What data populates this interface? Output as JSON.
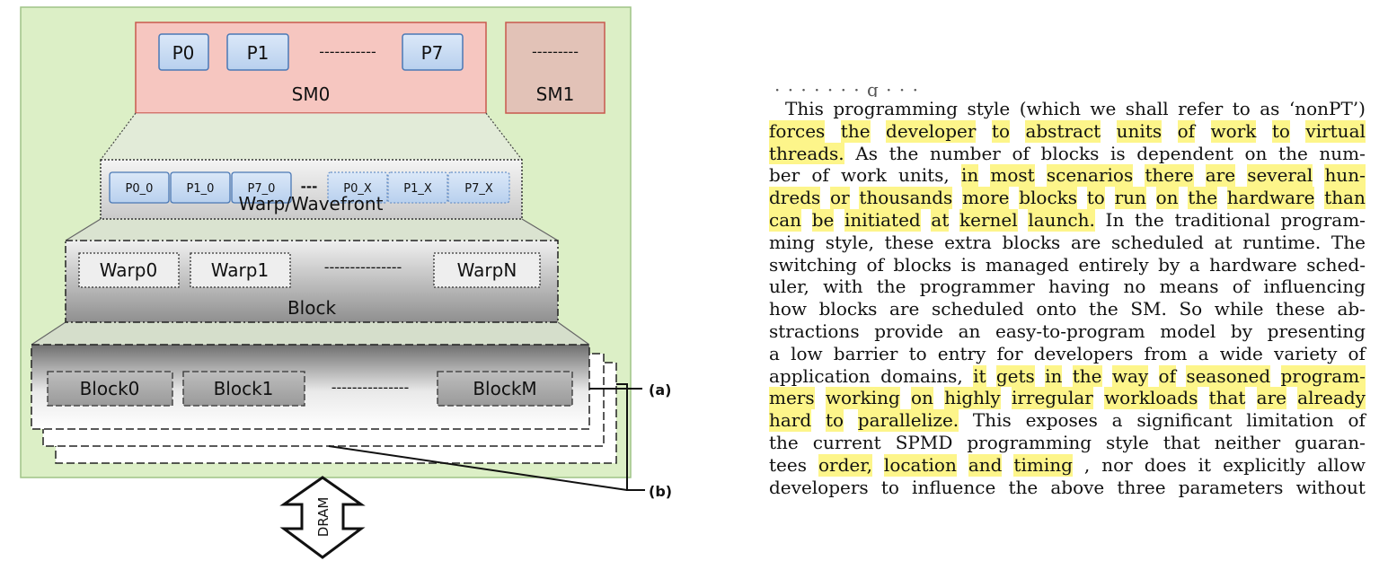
{
  "figure": {
    "sm0": {
      "label": "SM0",
      "procs": [
        "P0",
        "P1",
        "P7"
      ],
      "dots": "-----------"
    },
    "sm1": {
      "label": "SM1",
      "dots": "---------"
    },
    "warp": {
      "label": "Warp/Wavefront",
      "lanes": [
        "P0_0",
        "P1_0",
        "P7_0",
        "P0_X",
        "P1_X",
        "P7_X"
      ],
      "dots": "---"
    },
    "block": {
      "label": "Block",
      "warps": [
        "Warp0",
        "Warp1",
        "WarpN"
      ],
      "dots": "---------------"
    },
    "grid": {
      "blocks": [
        "Block0",
        "Block1",
        "BlockM"
      ],
      "dots": "---------------"
    },
    "annotation_a": "(a)",
    "annotation_b": "(b)",
    "dram": "DRAM"
  },
  "paper": {
    "cut_text": "· · · · · · · g · · ·",
    "lines": [
      [
        {
          "t": "This programming style (which we shall refer to as ‘nonPT’)"
        }
      ],
      [
        {
          "t": "forces the developer to abstract units of work to virtual",
          "hl": true
        }
      ],
      [
        {
          "t": "threads.",
          "hl": true
        },
        {
          "t": " As the number of blocks is dependent on the num-"
        }
      ],
      [
        {
          "t": "ber of work units, "
        },
        {
          "t": "in most scenarios there are several hun-",
          "hl": true
        }
      ],
      [
        {
          "t": "dreds or thousands more blocks to run on the hardware than",
          "hl": true
        }
      ],
      [
        {
          "t": "can be initiated at kernel launch.",
          "hl": true
        },
        {
          "t": " In the traditional program-"
        }
      ],
      [
        {
          "t": "ming style, these extra blocks are scheduled at runtime. The"
        }
      ],
      [
        {
          "t": "switching of blocks is managed entirely by a hardware sched-"
        }
      ],
      [
        {
          "t": "uler, with the programmer having no means of influencing"
        }
      ],
      [
        {
          "t": "how blocks are scheduled onto the SM. So while these ab-"
        }
      ],
      [
        {
          "t": "stractions provide an easy-to-program model by presenting"
        }
      ],
      [
        {
          "t": "a low barrier to entry for developers from a wide variety of"
        }
      ],
      [
        {
          "t": "application domains, "
        },
        {
          "t": "it gets in the way of seasoned program-",
          "hl": true
        }
      ],
      [
        {
          "t": "mers working on highly irregular workloads that are already",
          "hl": true
        }
      ],
      [
        {
          "t": "hard to parallelize.",
          "hl": true
        },
        {
          "t": " This exposes a significant limitation of"
        }
      ],
      [
        {
          "t": "the current SPMD programming style that neither guaran-"
        }
      ],
      [
        {
          "t": "tees "
        },
        {
          "t": "order, location and timing",
          "hl": true
        },
        {
          "t": ", nor does it explicitly allow"
        }
      ],
      [
        {
          "t": "developers to influence the above three parameters without"
        }
      ]
    ]
  }
}
